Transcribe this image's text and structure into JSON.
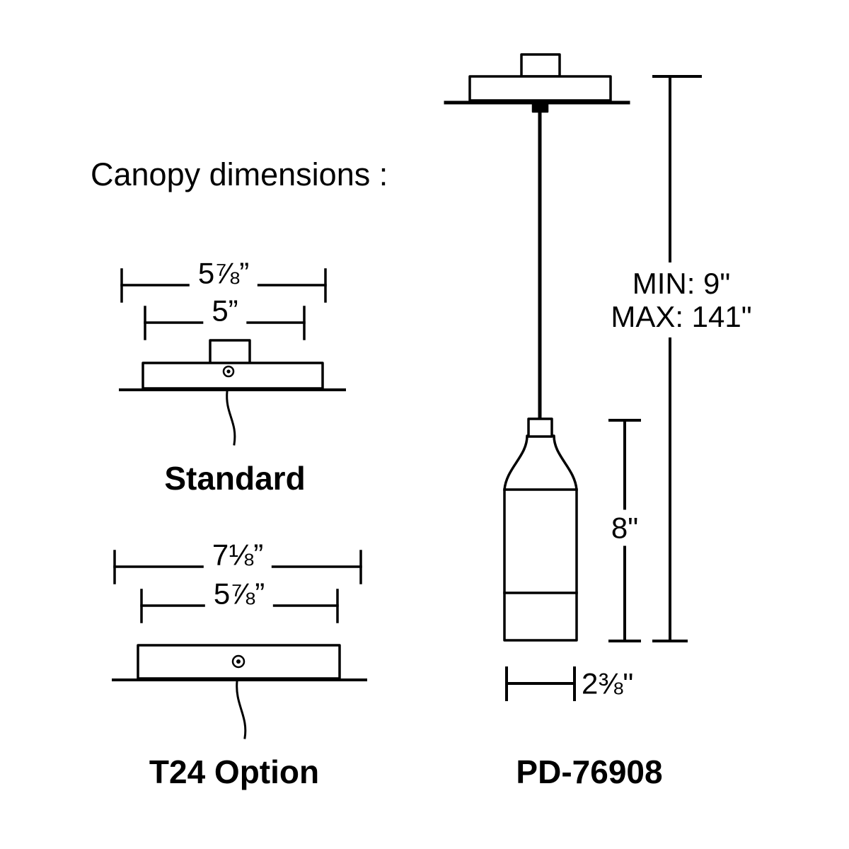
{
  "heading": "Canopy dimensions :",
  "standard": {
    "dim_outer": "5⅞”",
    "dim_inner": "5”",
    "label": "Standard"
  },
  "t24": {
    "dim_outer": "7⅛”",
    "dim_inner": "5⅞”",
    "label": "T24 Option"
  },
  "pendant": {
    "min_label": "MIN: 9\"",
    "max_label": "MAX: 141\"",
    "height_label": "8\"",
    "width_label": "2⅜\"",
    "model": "PD-76908"
  }
}
